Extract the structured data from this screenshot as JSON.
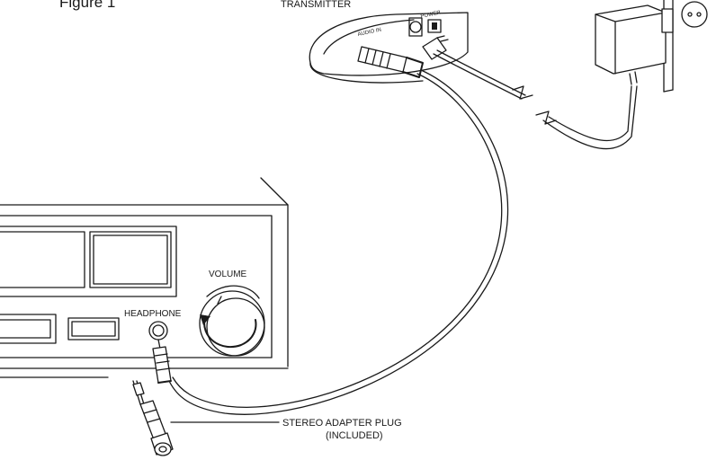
{
  "figure_caption": "Figure 1",
  "labels": {
    "transmitter": "TRANSMITTER",
    "audio_in": "AUDIO IN",
    "power": "POWER",
    "volume": "VOLUME",
    "headphone": "HEADPHONE",
    "stereo_adapter_line1": "STEREO ADAPTER PLUG",
    "stereo_adapter_line2": "(INCLUDED)"
  },
  "colors": {
    "line": "#1a1a1a",
    "background": "#ffffff"
  }
}
